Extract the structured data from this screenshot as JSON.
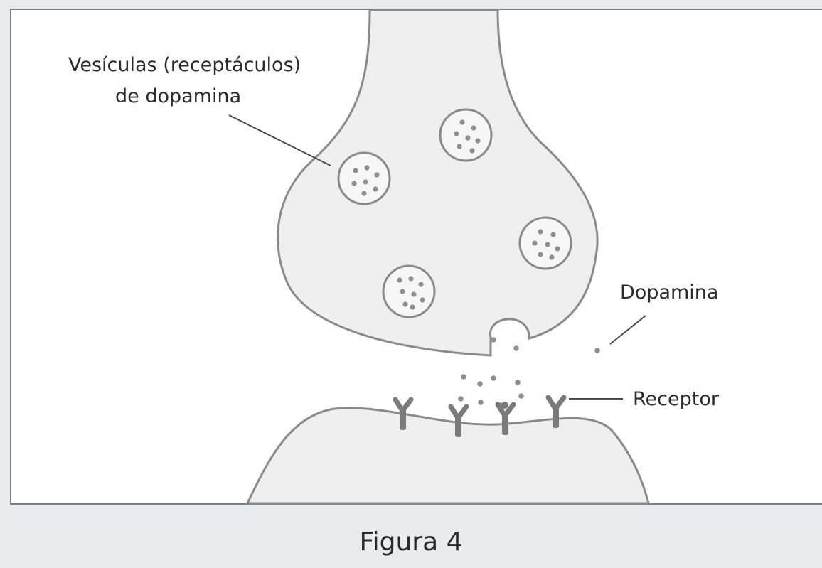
{
  "labels": {
    "vesicles_line1": "Vesículas (receptáculos)",
    "vesicles_line2": "de dopamina",
    "dopamine": "Dopamina",
    "receptor": "Receptor"
  },
  "caption": "Figura 4",
  "colors": {
    "cell_fill": "#efefef",
    "outline": "#8a8a8a",
    "particle": "#8f8f8f",
    "receptor": "#7a7a7a",
    "leader_line": "#4a4a4a",
    "frame_border": "#7d7d7d",
    "background": "#e9ebee"
  }
}
